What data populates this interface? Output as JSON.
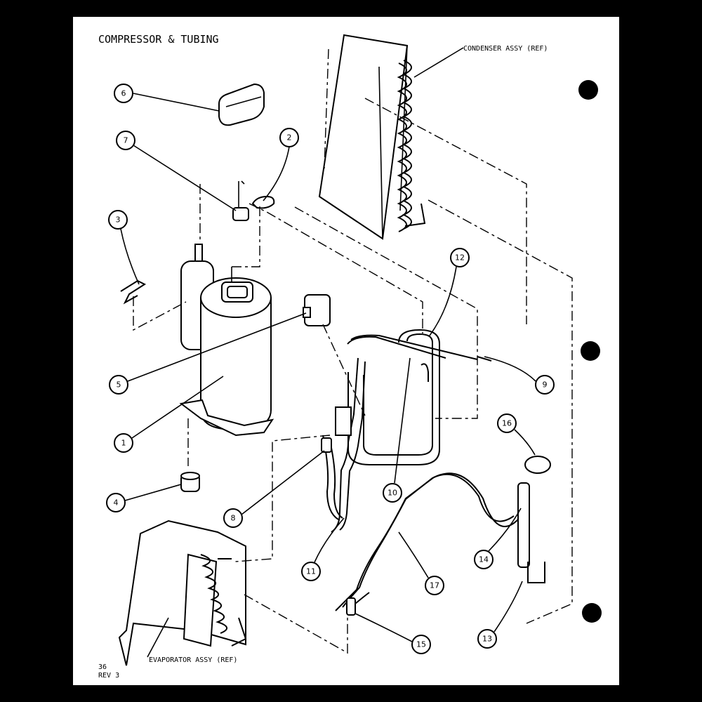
{
  "title": "COMPRESSOR & TUBING",
  "condenser_label": "CONDENSER ASSY (REF)",
  "evaporator_label": "EVAPORATOR ASSY (REF)",
  "page_number": "36",
  "revision": "REV 3",
  "callouts": [
    "6",
    "7",
    "2",
    "3",
    "5",
    "1",
    "4",
    "8",
    "12",
    "9",
    "10",
    "11",
    "16",
    "14",
    "17",
    "13",
    "15"
  ]
}
